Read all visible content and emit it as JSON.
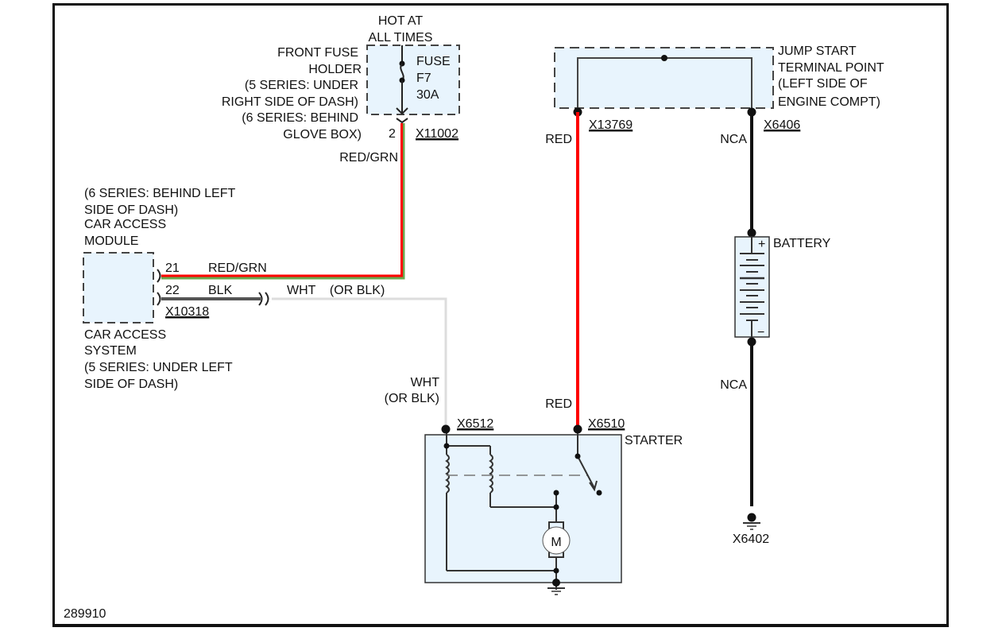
{
  "diagram_id": "289910",
  "colors": {
    "red": "#ff0000",
    "green": "#6aa84f",
    "black": "#111111",
    "gray_wire": "#555555",
    "white_wire": "#dddddd",
    "component_fill": "#e8f4fd"
  },
  "fuse_holder": {
    "supply_label": [
      "HOT AT",
      "ALL TIMES"
    ],
    "name_lines": [
      "FRONT FUSE",
      "HOLDER",
      "(5 SERIES: UNDER",
      "RIGHT SIDE OF DASH)",
      "(6 SERIES: BEHIND",
      "GLOVE BOX)"
    ],
    "fuse_lines": [
      "FUSE",
      "F7",
      "30A"
    ],
    "pin": "2",
    "connector": "X11002",
    "wire_color": "RED/GRN"
  },
  "car_access": {
    "top_lines": [
      "(6 SERIES: BEHIND LEFT",
      "SIDE OF DASH)",
      "CAR ACCESS",
      "MODULE"
    ],
    "bottom_lines": [
      "CAR ACCESS",
      "SYSTEM",
      "(5 SERIES: UNDER LEFT",
      "SIDE OF DASH)"
    ],
    "connector": "X10318",
    "pins": [
      {
        "pin": "21",
        "wire": "RED/GRN"
      },
      {
        "pin": "22",
        "wire": "BLK"
      }
    ],
    "inline_wire": "WHT    (OR BLK)"
  },
  "starter_feed": {
    "wire_lines": [
      "WHT",
      "(OR BLK)"
    ],
    "connector": "X6512"
  },
  "jump_start": {
    "name_lines": [
      "JUMP START",
      "TERMINAL POINT",
      "(LEFT SIDE OF",
      "ENGINE COMPT)"
    ],
    "left_connector": "X13769",
    "right_connector": "X6406",
    "left_wire": "RED",
    "right_wire": "NCA"
  },
  "starter": {
    "label": "STARTER",
    "connector": "X6510",
    "wire": "RED",
    "motor_label": "M"
  },
  "battery": {
    "label": "BATTERY",
    "plus": "+",
    "minus": "−",
    "lower_wire": "NCA"
  },
  "ground": {
    "connector": "X6402"
  }
}
